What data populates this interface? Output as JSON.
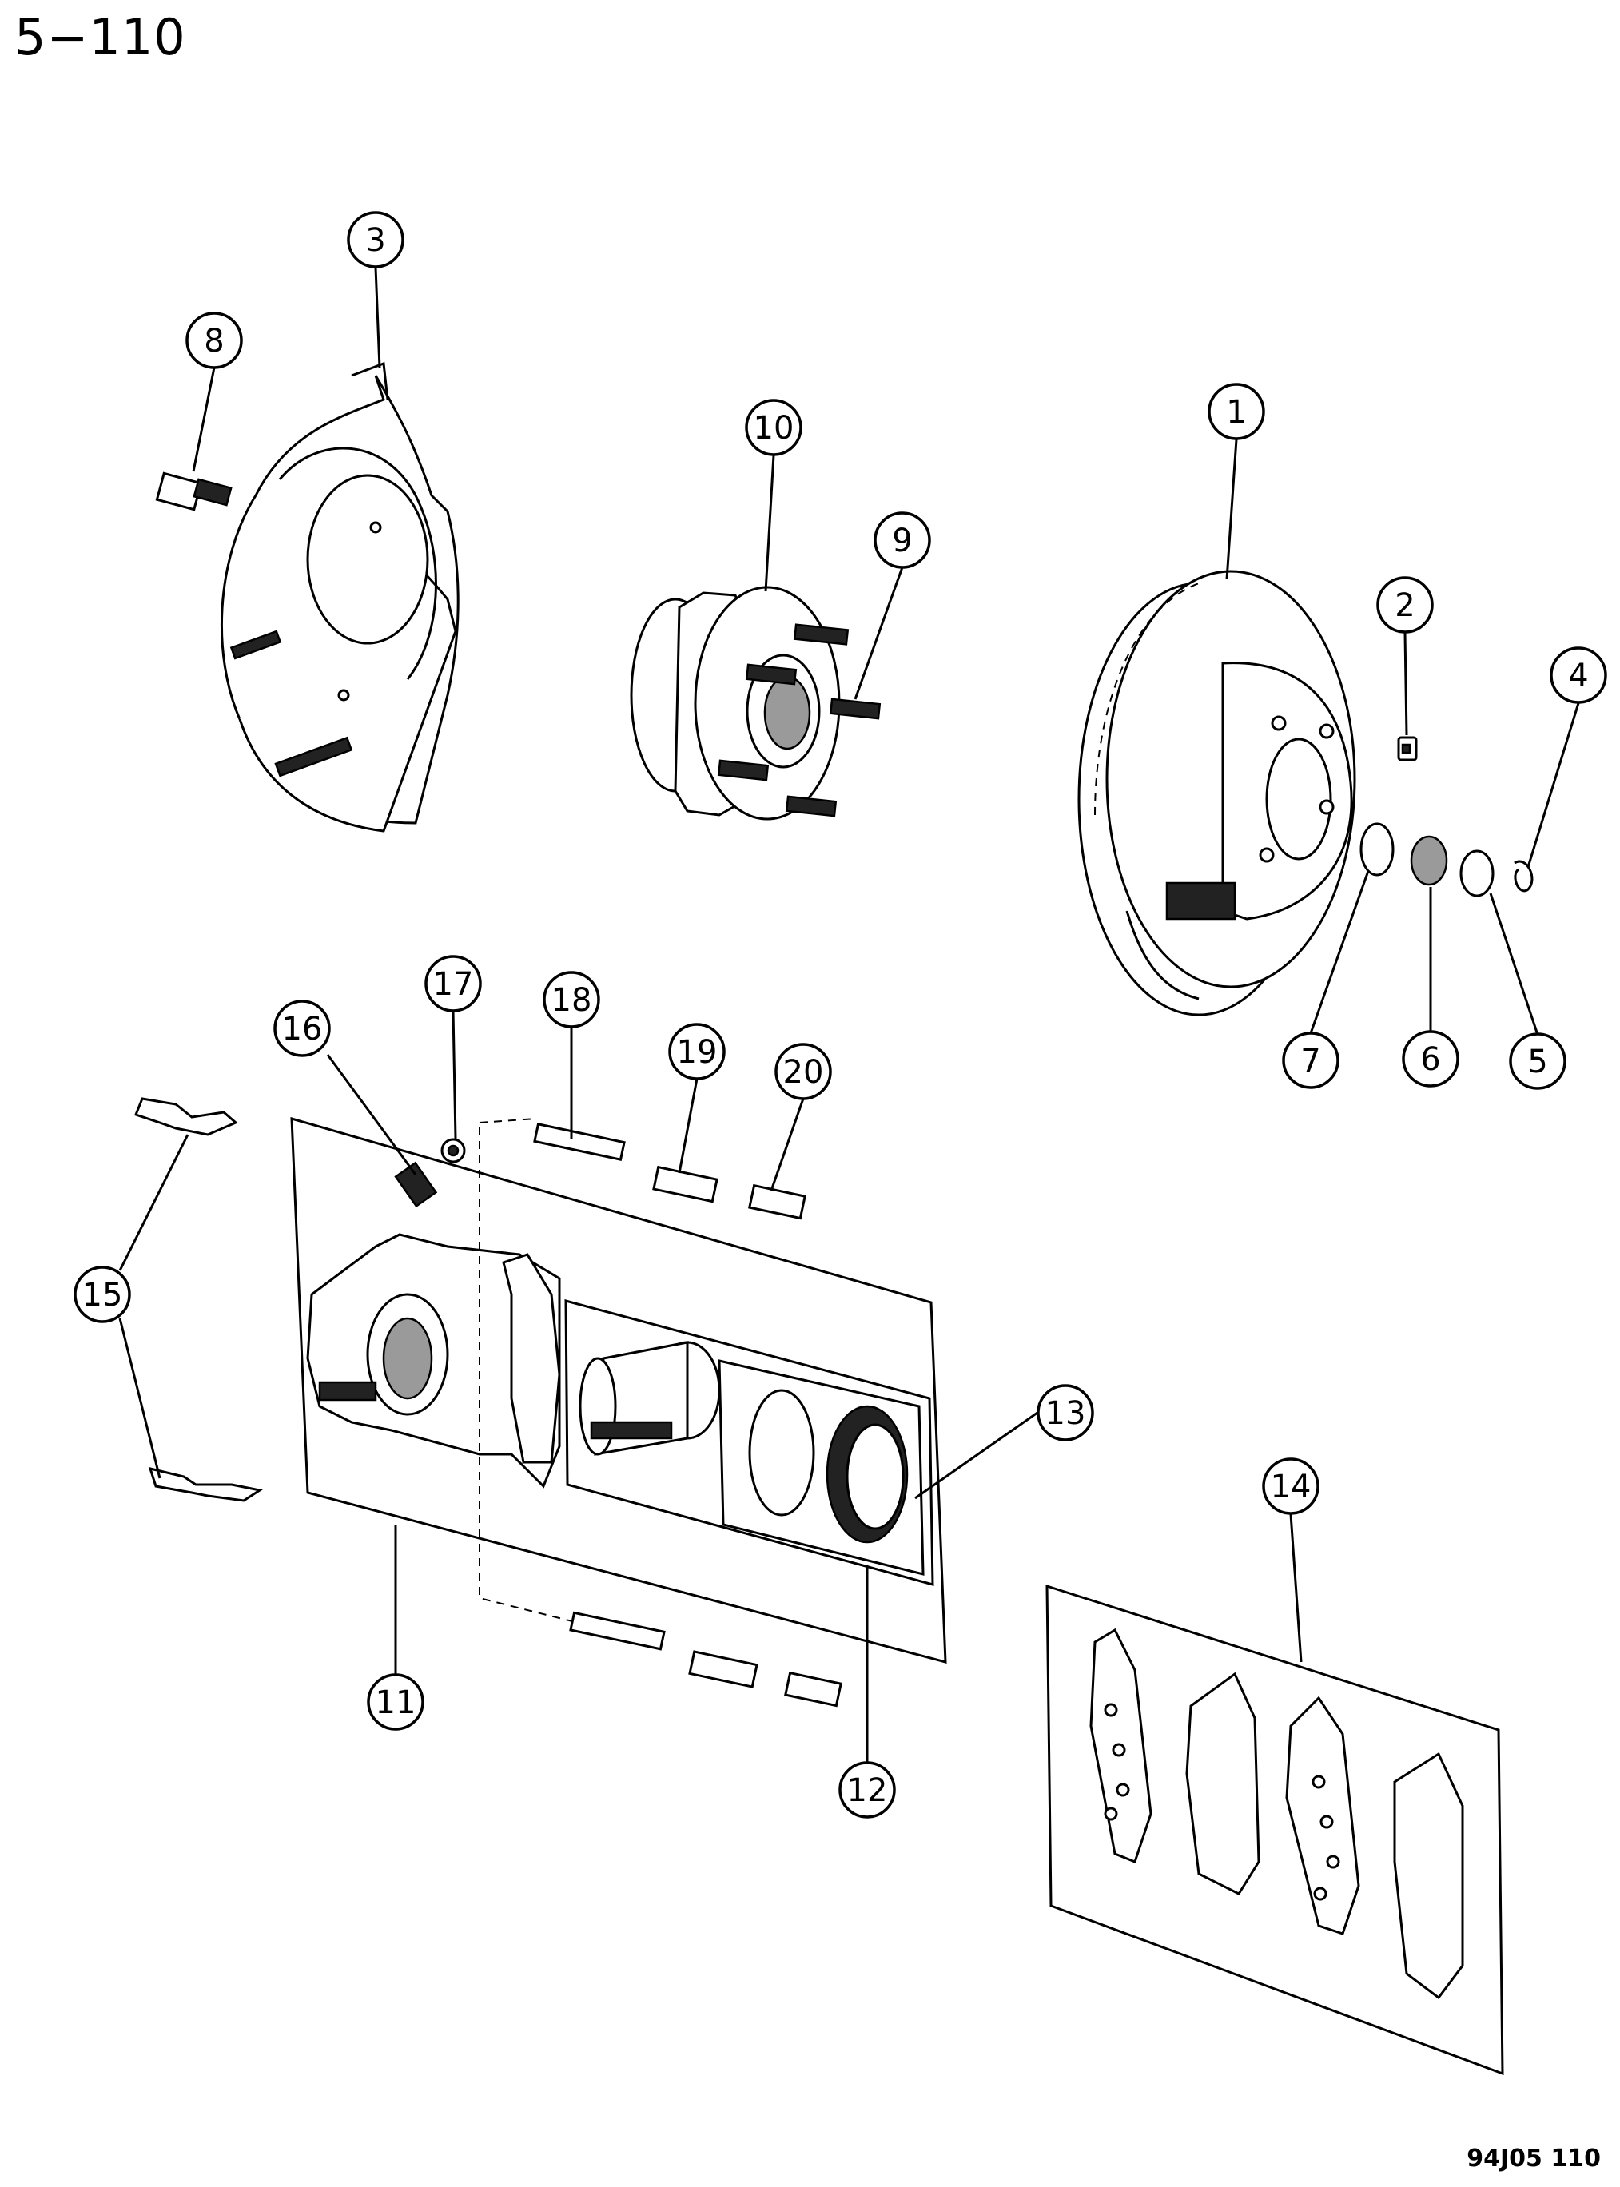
{
  "page_number": "5−110",
  "figure_code": "94J05  110",
  "callouts": [
    "1",
    "2",
    "3",
    "4",
    "5",
    "6",
    "7",
    "8",
    "9",
    "10",
    "11",
    "12",
    "13",
    "14",
    "15",
    "16",
    "17",
    "18",
    "19",
    "20"
  ]
}
